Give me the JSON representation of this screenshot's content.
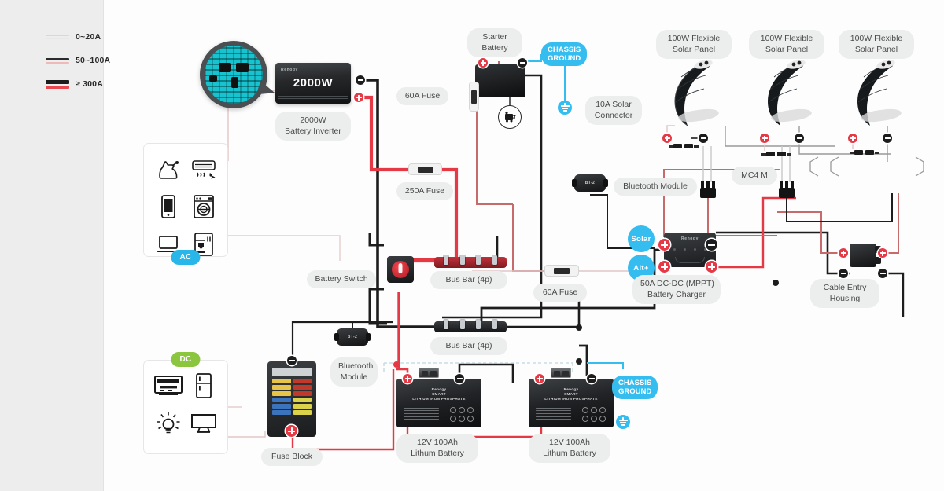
{
  "legend": {
    "items": [
      {
        "label": "0~20A",
        "kind": "thin"
      },
      {
        "label": "50~100A",
        "kind": "medium"
      },
      {
        "label": "≥ 300A",
        "kind": "thick"
      }
    ]
  },
  "colors": {
    "positive_red": "#e63946",
    "negative_black": "#1d1d1d",
    "accent_cyan": "#35bdf0",
    "accent_green": "#8cc63f",
    "thin_wire": "#e2c6c6",
    "sidebar_bg": "#ededed"
  },
  "components": {
    "inverter": {
      "label_line1": "2000W",
      "label_line2": "Battery Inverter",
      "face_text": "2000W",
      "brand": "Renogy"
    },
    "starter_battery": {
      "label_line1": "Starter",
      "label_line2": "Battery"
    },
    "fuse_60a_starter": {
      "label": "60A Fuse"
    },
    "fuse_250a": {
      "label": "250A Fuse"
    },
    "fuse_60a_dcdc": {
      "label": "60A Fuse"
    },
    "battery_switch": {
      "label": "Battery Switch"
    },
    "bus_bar_positive": {
      "label": "Bus Bar (4p)"
    },
    "bus_bar_negative": {
      "label": "Bus Bar (4p)"
    },
    "fuse_block": {
      "label": "Fuse Block"
    },
    "bluetooth_module_dc": {
      "label_line1": "Bluetooth",
      "label_line2": "Module",
      "device_text": "BT-2"
    },
    "bluetooth_module_mppt": {
      "label": "Bluetooth Module",
      "device_text": "BT-2"
    },
    "dcdc_charger": {
      "label_line1": "50A DC-DC (MPPT)",
      "label_line2": "Battery Charger",
      "brand": "Renogy"
    },
    "solar_input_badge": {
      "label": "Solar"
    },
    "alternator_input_badge": {
      "label": "Alt+"
    },
    "cable_entry_housing": {
      "label_line1": "Cable Entry",
      "label_line2": "Housing"
    },
    "solar_connector": {
      "label_line1": "10A Solar",
      "label_line2": "Connector"
    },
    "mc4_male": {
      "label": "MC4 M"
    },
    "chassis_ground_starter": {
      "line1": "CHASSIS",
      "line2": "GROUND"
    },
    "chassis_ground_battery": {
      "line1": "CHASSIS",
      "line2": "GROUND"
    }
  },
  "solar_panels": [
    {
      "label_line1": "100W Flexible",
      "label_line2": "Solar Panel"
    },
    {
      "label_line1": "100W Flexible",
      "label_line2": "Solar Panel"
    },
    {
      "label_line1": "100W Flexible",
      "label_line2": "Solar Panel"
    }
  ],
  "batteries": [
    {
      "label_line1": "12V 100Ah",
      "label_line2": "Lithum Battery",
      "brand": "Renogy",
      "sub": "SMART",
      "chem": "LITHIUM IRON PHOSPHATE"
    },
    {
      "label_line1": "12V 100Ah",
      "label_line2": "Lithum Battery",
      "brand": "Renogy",
      "sub": "SMART",
      "chem": "LITHIUM IRON PHOSPHATE"
    }
  ],
  "load_panels": {
    "ac": {
      "badge": "AC",
      "icons": [
        "kettle-icon",
        "air-conditioner-icon",
        "smartphone-icon",
        "washing-machine-icon",
        "laptop-icon",
        "coffee-maker-icon"
      ]
    },
    "dc": {
      "badge": "DC",
      "icons": [
        "stereo-icon",
        "refrigerator-icon",
        "light-bulb-icon",
        "television-icon"
      ]
    }
  },
  "terminal_symbols": {
    "positive": "+",
    "negative": "−"
  }
}
